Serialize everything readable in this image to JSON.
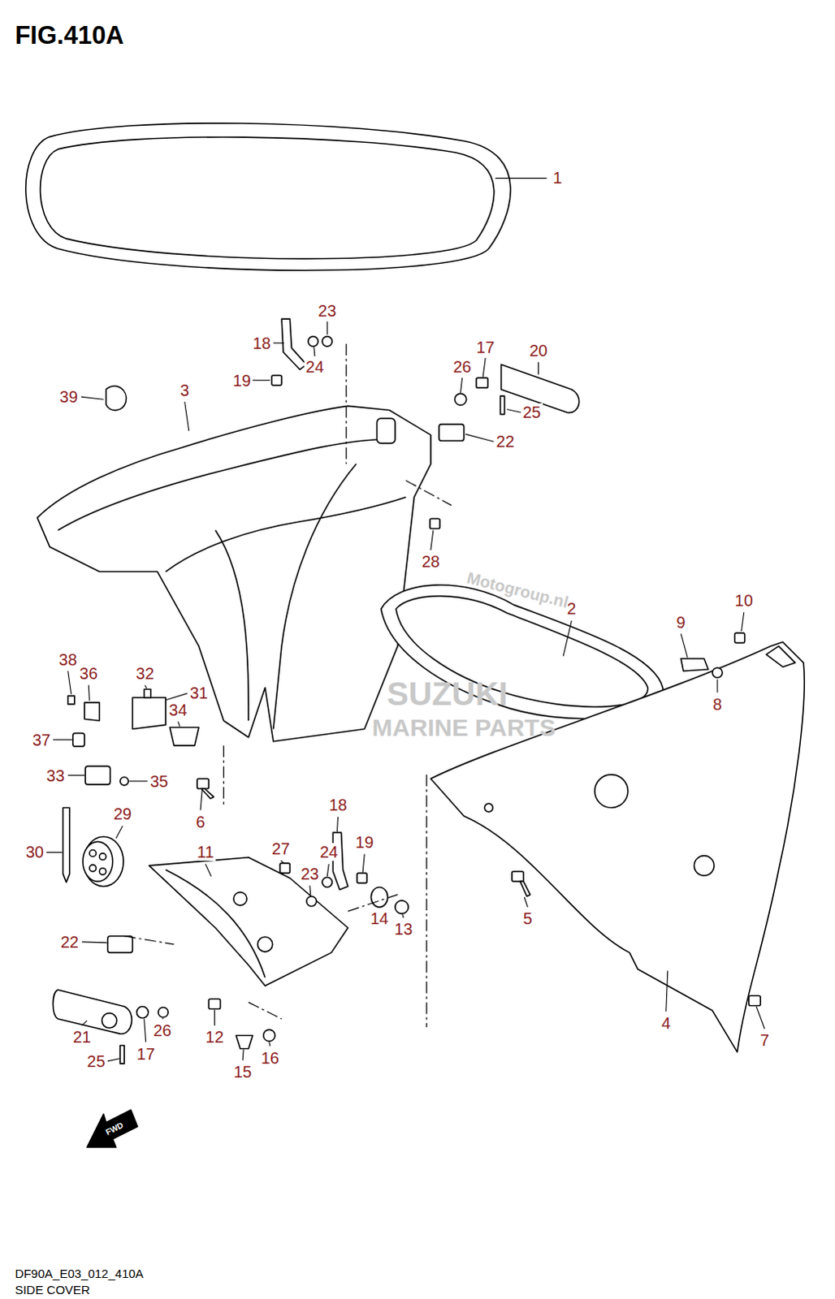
{
  "diagram": {
    "title": "FIG.410A",
    "caption": "SIDE COVER",
    "labels": [
      "1",
      "23",
      "18",
      "17",
      "20",
      "39",
      "3",
      "19",
      "24",
      "26",
      "25",
      "22",
      "28",
      "2",
      "10",
      "9",
      "38",
      "36",
      "32",
      "31",
      "34",
      "8",
      "37",
      "33",
      "35",
      "6",
      "29",
      "18",
      "30",
      "11",
      "27",
      "24",
      "19",
      "23",
      "5",
      "14",
      "13",
      "22",
      "4",
      "7",
      "21",
      "17",
      "26",
      "12",
      "15",
      "16",
      "25",
      "FWD",
      "Motogroup.nl",
      "SUZUKI",
      "MARINE PARTS",
      "DF90A_E03_012_410A"
    ]
  }
}
